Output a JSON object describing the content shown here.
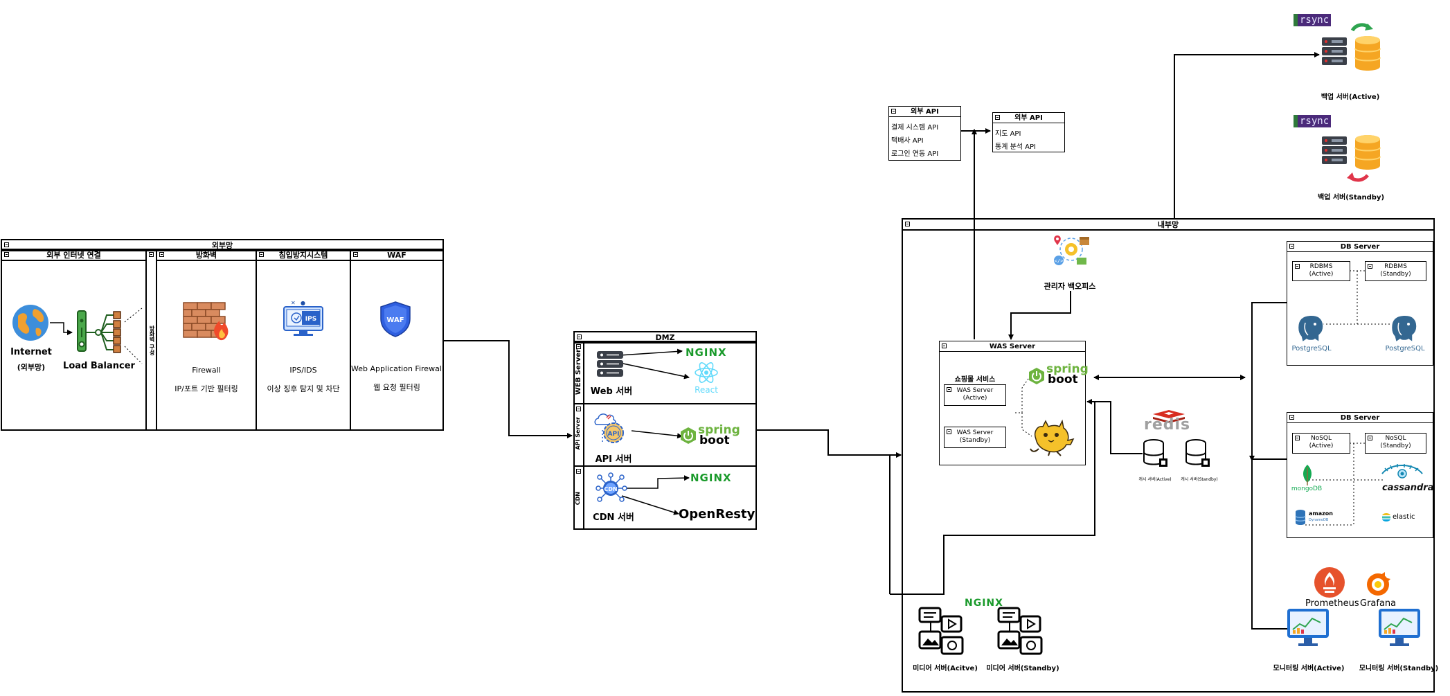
{
  "external": {
    "title": "외부망",
    "internet_col": {
      "title": "외부 인터넷 연결",
      "internet_label": "Internet",
      "internet_sub": "(외부망)",
      "lb_label": "Load Balancer"
    },
    "side_label": "방화벽 구성",
    "firewall_col": {
      "title": "방화벽",
      "name": "Firewall",
      "desc": "IP/포트 기반 필터링"
    },
    "ips_col": {
      "title": "침입방지시스템",
      "name": "IPS/IDS",
      "desc": "이상 징후 탐지 및 차단",
      "icon_text": "IPS"
    },
    "waf_col": {
      "title": "WAF",
      "name": "Web Application Firewall",
      "desc": "웹 요청 필터링",
      "icon_text": "WAF"
    }
  },
  "dmz": {
    "title": "DMZ",
    "web": {
      "lane": "WEB Server",
      "label": "Web 서버",
      "logo1": "NGINX",
      "logo2": "React"
    },
    "api": {
      "lane": "API Server",
      "label": "API 서버",
      "icon_text": "API",
      "logo_a": "spring",
      "logo_b": "boot"
    },
    "cdn": {
      "lane": "CDN",
      "label": "CDN 서버",
      "icon_text": "CDN",
      "logo1": "NGINX",
      "logo2": "OpenResty"
    }
  },
  "external_api_1": {
    "title": "외부 API",
    "items": [
      "결제 시스템 API",
      "택배사 API",
      "로그인 연동 API"
    ]
  },
  "external_api_2": {
    "title": "외부 API",
    "items": [
      "지도 API",
      "통계 분석 API"
    ]
  },
  "backup": {
    "rsync": "rsync",
    "active_label": "백업 서버(Active)",
    "standby_label": "백업 서버(Standby)"
  },
  "internal": {
    "title": "내부망",
    "admin_label": "관리자 백오피스",
    "was": {
      "title": "WAS Server",
      "service": "쇼핑몰 서비스",
      "active": "WAS Server\n(Active)",
      "standby": "WAS Server\n(Standby)",
      "logo_a": "spring",
      "logo_b": "boot"
    },
    "redis": {
      "logo": "redis",
      "active": "캐시 서버(Active)",
      "standby": "캐시 서버(Standby)"
    },
    "db_rdbms": {
      "title": "DB Server",
      "active": "RDBMS\n(Active)",
      "standby": "RDBMS\n(Standby)",
      "logo": "PostgreSQL"
    },
    "db_nosql": {
      "title": "DB Server",
      "active": "NoSQL\n(Active)",
      "standby": "NoSQL\n(Standby)",
      "mongo": "mongoDB",
      "cassandra": "cassandra",
      "dynamo": "amazon",
      "dynamo_sub": "DynamoDB",
      "elastic": "elastic"
    },
    "media": {
      "logo": "NGINX",
      "active": "미디어 서버(Acitve)",
      "standby": "미디어 서버(Standby)"
    },
    "monitoring": {
      "prometheus": "Prometheus",
      "grafana": "Grafana",
      "active": "모니터링 서버(Active)",
      "standby": "모니터링 서버(Standby)"
    }
  }
}
